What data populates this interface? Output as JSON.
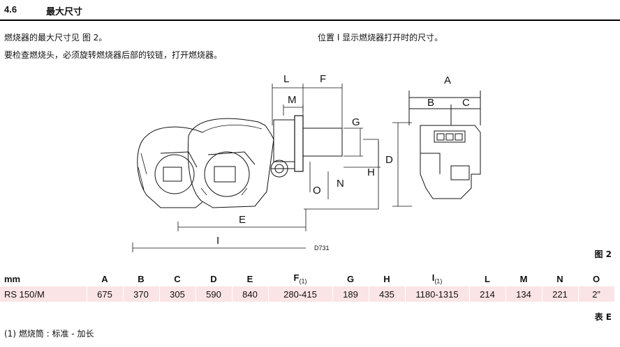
{
  "section": {
    "number": "4.6",
    "title": "最大尺寸"
  },
  "text": {
    "left_line1": "燃烧器的最大尺寸见 图 2。",
    "left_line2": "要检查燃烧头，必须旋转燃烧器后部的铰链，打开燃烧器。",
    "right_line1": "位置 I 显示燃烧器打开时的尺寸。"
  },
  "figure": {
    "code": "D731",
    "label": "图 2",
    "dim_letters": {
      "L": "L",
      "F": "F",
      "M": "M",
      "G": "G",
      "N": "N",
      "H": "H",
      "O": "O",
      "E": "E",
      "I": "I",
      "A": "A",
      "B": "B",
      "C": "C",
      "D": "D"
    }
  },
  "table": {
    "headers": [
      "mm",
      "A",
      "B",
      "C",
      "D",
      "E",
      "F",
      "G",
      "H",
      "I",
      "L",
      "M",
      "N",
      "O"
    ],
    "footnote_mark": "(1)",
    "row": [
      "RS 150/M",
      "675",
      "370",
      "305",
      "590",
      "840",
      "280-415",
      "189",
      "435",
      "1180-1315",
      "214",
      "134",
      "221",
      "2”"
    ],
    "label": "表 E"
  },
  "footnote": "(1) 燃烧筒 : 标准 - 加长"
}
